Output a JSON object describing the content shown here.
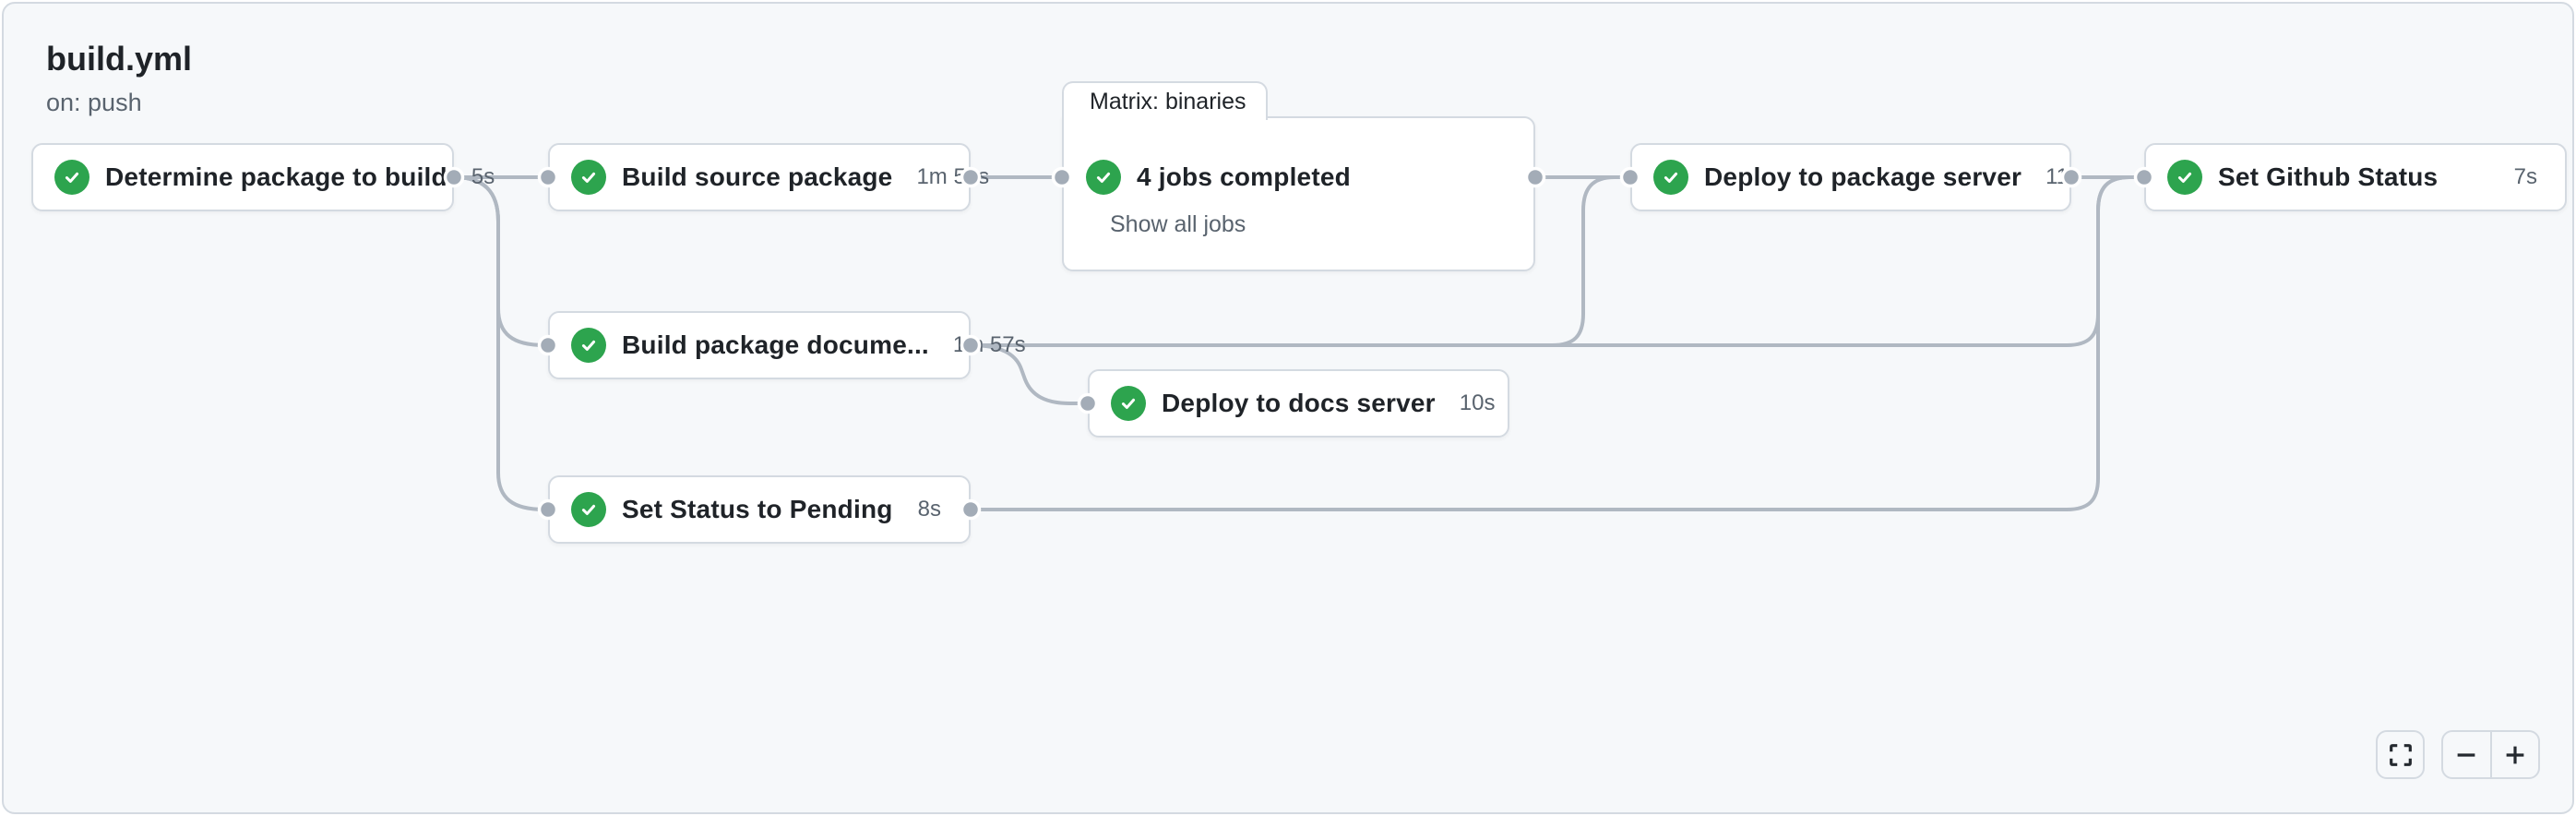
{
  "header": {
    "title": "build.yml",
    "trigger": "on: push"
  },
  "graph": {
    "nodes": [
      {
        "id": "determine",
        "label": "Determine package to build",
        "duration": "5s",
        "status": "success"
      },
      {
        "id": "build-source",
        "label": "Build source package",
        "duration": "1m 53s",
        "status": "success"
      },
      {
        "id": "matrix-binaries",
        "group_label": "Matrix: binaries",
        "summary": "4 jobs completed",
        "action": "Show all jobs",
        "status": "success"
      },
      {
        "id": "deploy-package",
        "label": "Deploy to package server",
        "duration": "11s",
        "status": "success"
      },
      {
        "id": "set-github",
        "label": "Set Github Status",
        "duration": "7s",
        "status": "success"
      },
      {
        "id": "build-docs",
        "label": "Build package docume...",
        "duration": "1m 57s",
        "status": "success"
      },
      {
        "id": "deploy-docs",
        "label": "Deploy to docs server",
        "duration": "10s",
        "status": "success"
      },
      {
        "id": "set-pending",
        "label": "Set Status to Pending",
        "duration": "8s",
        "status": "success"
      }
    ],
    "edges": [
      {
        "from": "determine",
        "to": "build-source"
      },
      {
        "from": "determine",
        "to": "build-docs"
      },
      {
        "from": "determine",
        "to": "set-pending"
      },
      {
        "from": "build-source",
        "to": "matrix-binaries"
      },
      {
        "from": "matrix-binaries",
        "to": "deploy-package"
      },
      {
        "from": "build-docs",
        "to": "deploy-package"
      },
      {
        "from": "build-docs",
        "to": "deploy-docs"
      },
      {
        "from": "build-docs",
        "to": "set-github"
      },
      {
        "from": "set-pending",
        "to": "set-github"
      },
      {
        "from": "deploy-package",
        "to": "set-github"
      }
    ]
  },
  "controls": {
    "fullscreen_icon": "expand-corners",
    "zoom_out_icon": "minus",
    "zoom_in_icon": "plus"
  },
  "colors": {
    "success_green": "#2da44e",
    "edge_gray": "#b0b8c2",
    "dot_gray": "#a3acb7",
    "node_border": "#d4dae1",
    "panel_bg": "#f6f8fa",
    "text_primary": "#1f2328",
    "text_muted": "#59636e"
  }
}
